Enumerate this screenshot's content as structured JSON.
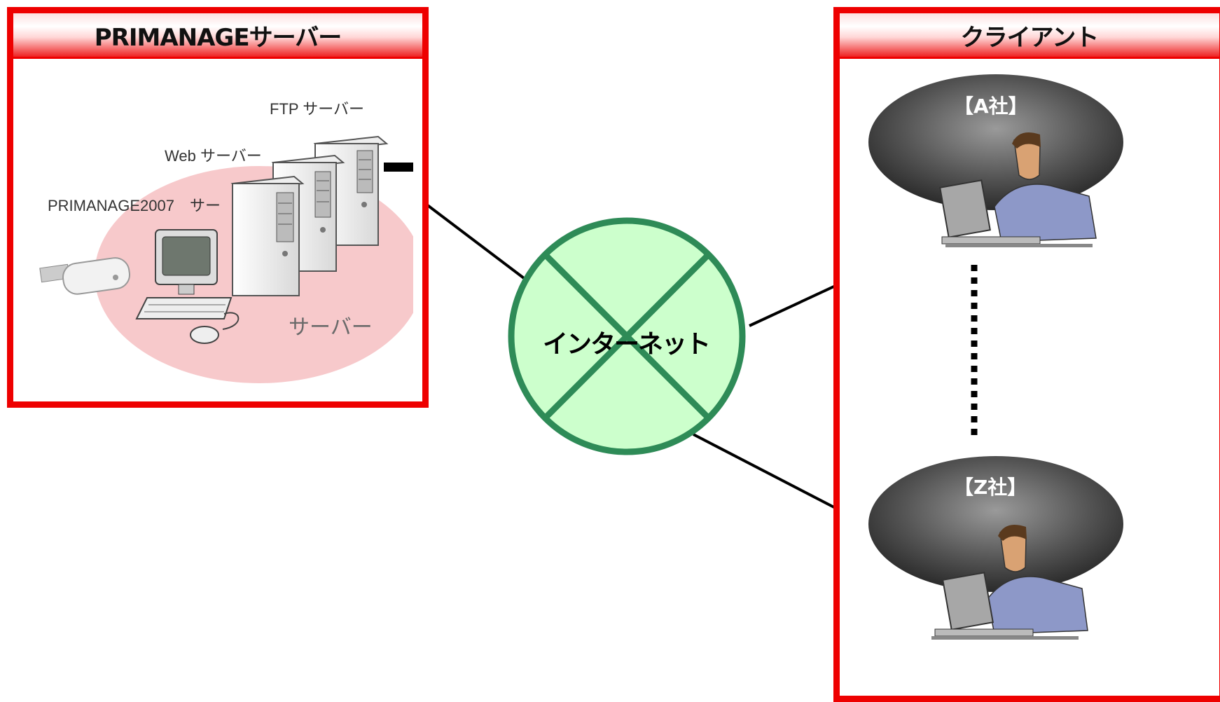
{
  "server_panel": {
    "title": "PRIMANAGEサーバー",
    "labels": {
      "ftp": "FTP サーバー",
      "web": "Web サーバー",
      "primanage": "PRIMANAGE2007　サー",
      "server": "サーバー"
    }
  },
  "client_panel": {
    "title": "クライアント",
    "companies": [
      "【A社】",
      "【Z社】"
    ]
  },
  "internet": {
    "label": "インターネット"
  },
  "colors": {
    "frame_red": "#ee0000",
    "internet_fill": "#ccffcc",
    "internet_stroke": "#2e8b57",
    "server_zone_pink": "#f7c9cb"
  }
}
